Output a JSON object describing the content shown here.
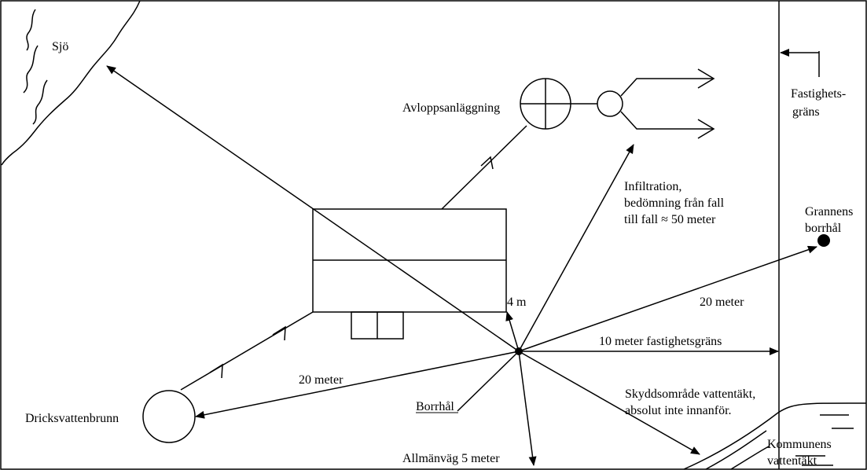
{
  "labels": {
    "sjo": "Sjö",
    "avlopp": "Avloppsanläggning",
    "fastighet_line1": "Fastighets-",
    "fastighet_line2": "gräns",
    "infiltration_line1": "Infiltration,",
    "infiltration_line2": "bedömning från fall",
    "infiltration_line3": "till fall ≈ 50 meter",
    "grannens_line1": "Grannens",
    "grannens_line2": "borrhål",
    "four_m": "4 m",
    "twenty_meter_right": "20 meter",
    "ten_meter": "10 meter  fastighetsgräns",
    "twenty_meter_left": "20 meter",
    "dricksvatten": "Dricksvattenbrunn",
    "borrhal": "Borrhål",
    "skydd_line1": "Skyddsområde vattentäkt,",
    "skydd_line2": "absolut inte innanför.",
    "allmanvag": "Allmänväg  5 meter",
    "kommunens_line1": "Kommunens",
    "kommunens_line2": "vattentäkt"
  },
  "colors": {
    "ink": "#000000",
    "paper": "#ffffff"
  }
}
